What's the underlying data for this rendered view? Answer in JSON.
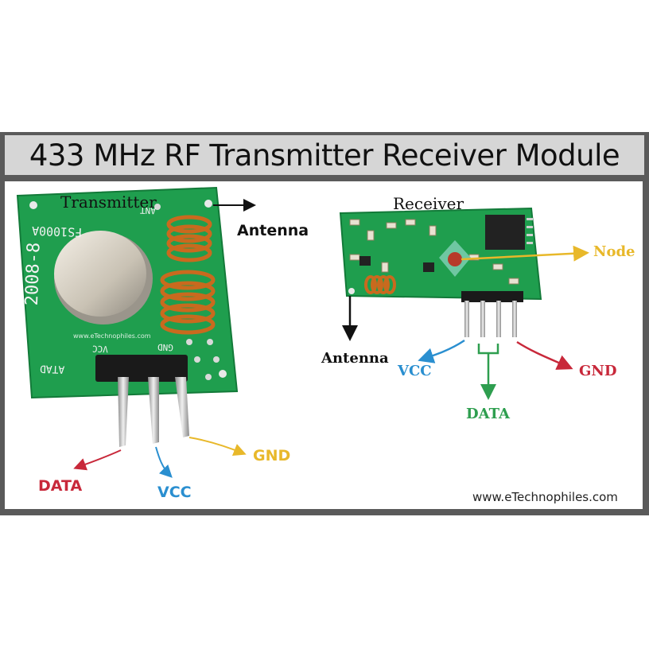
{
  "title": "433 MHz RF Transmitter Receiver Module",
  "transmitter": {
    "heading": "Transmitter",
    "antenna_label": "Antenna",
    "pins": {
      "data": "DATA",
      "vcc": "VCC",
      "gnd": "GND"
    },
    "board_text": {
      "model": "FS1000A",
      "date": "2008-8",
      "pin_data": "ATAD",
      "pin_vcc": "VCC",
      "pin_gnd": "GND",
      "ant": "ANT",
      "url": "www.eTechnophiles.com"
    }
  },
  "receiver": {
    "heading": "Receiver",
    "antenna_label": "Antenna",
    "node_label": "Node",
    "pins": {
      "vcc": "VCC",
      "gnd": "GND",
      "data": "DATA"
    }
  },
  "watermark": "www.eTechnophiles.com",
  "colors": {
    "banner": "#5a5a5a",
    "title_bar": "#d6d6d6",
    "pcb_green": "#1f9e4e",
    "data_red": "#c8283a",
    "vcc_blue": "#2a8fd0",
    "gnd_yellow": "#e8b82a",
    "data_green": "#2e9e4f",
    "copper": "#c96a1e"
  }
}
